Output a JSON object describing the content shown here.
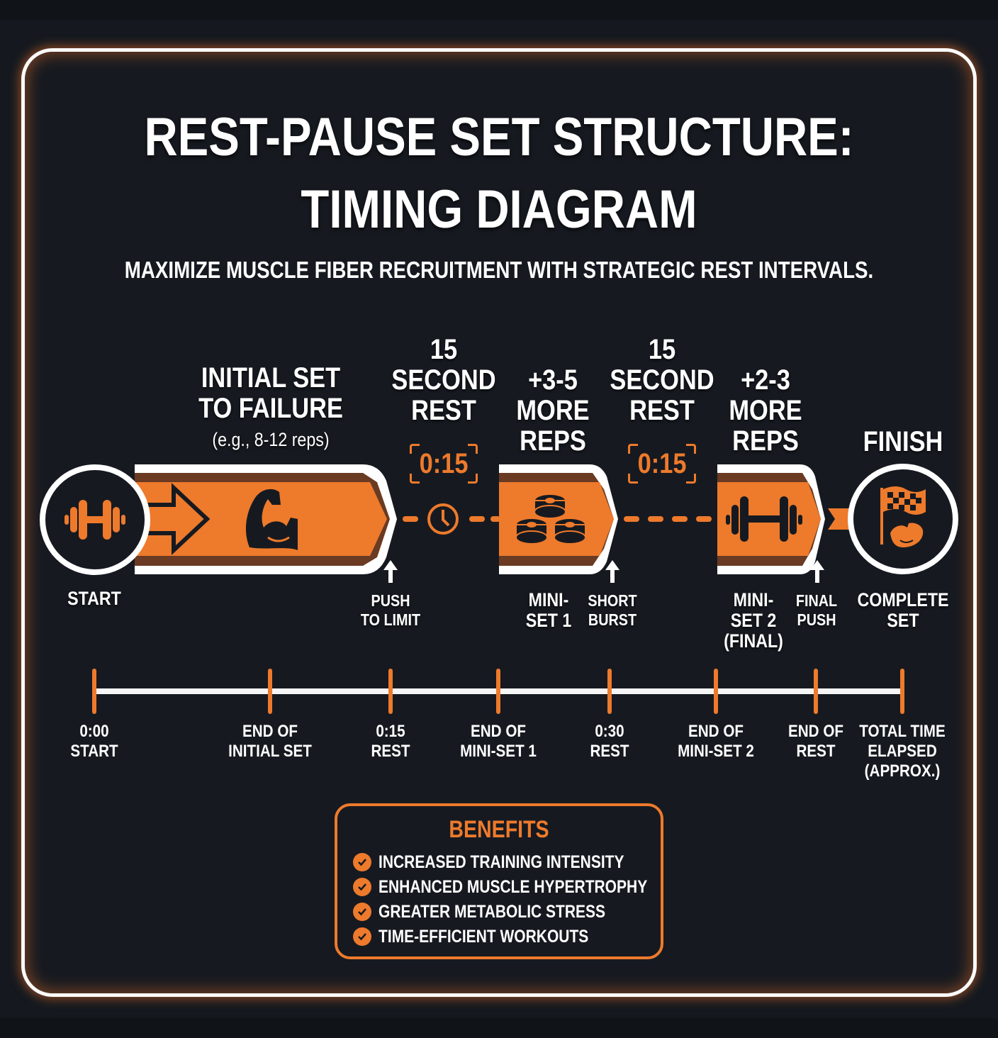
{
  "header": {
    "title_line1": "REST-PAUSE SET STRUCTURE:",
    "title_line2": "TIMING DIAGRAM",
    "subtitle": "MAXIMIZE MUSCLE FIBER RECRUITMENT WITH STRATEGIC REST INTERVALS."
  },
  "colors": {
    "accent": "#ee7a2c",
    "background": "#161a20",
    "text": "#ffffff"
  },
  "phases": {
    "initial": {
      "line1": "INITIAL SET",
      "line2": "TO FAILURE",
      "note": "(e.g., 8-12 reps)",
      "icon": "flexed-bicep-icon",
      "marker_line1": "PUSH",
      "marker_line2": "TO LIMIT"
    },
    "rest1": {
      "line1": "15",
      "line2": "SECOND",
      "line3": "REST",
      "timer": "0:15",
      "icon": "clock-icon"
    },
    "mini1": {
      "line1": "+3-5",
      "line2": "MORE",
      "line3": "REPS",
      "icon": "weight-plates-icon",
      "below_line1": "MINI-",
      "below_line2": "SET 1",
      "marker_line1": "SHORT",
      "marker_line2": "BURST"
    },
    "rest2": {
      "line1": "15",
      "line2": "SECOND",
      "line3": "REST",
      "timer": "0:15"
    },
    "mini2": {
      "line1": "+2-3",
      "line2": "MORE",
      "line3": "REPS",
      "icon": "dumbbell-icon",
      "below_line1": "MINI-",
      "below_line2": "SET 2",
      "below_line3": "(FINAL)",
      "marker_line1": "FINAL",
      "marker_line2": "PUSH"
    },
    "start": {
      "label": "START",
      "icon": "dumbbell-icon"
    },
    "finish": {
      "label": "FINISH",
      "below_line1": "COMPLETE",
      "below_line2": "SET",
      "icon": "checkered-flag-icon"
    }
  },
  "timeline": {
    "ticks": [
      {
        "line1": "0:00",
        "line2": "START",
        "line3": ""
      },
      {
        "line1": "END OF",
        "line2": "INITIAL SET",
        "line3": ""
      },
      {
        "line1": "0:15",
        "line2": "REST",
        "line3": ""
      },
      {
        "line1": "END OF",
        "line2": "MINI-SET 1",
        "line3": ""
      },
      {
        "line1": "0:30",
        "line2": "REST",
        "line3": ""
      },
      {
        "line1": "END OF",
        "line2": "MINI-SET 2",
        "line3": ""
      },
      {
        "line1": "END OF",
        "line2": "REST",
        "line3": ""
      },
      {
        "line1": "TOTAL TIME",
        "line2": "ELAPSED",
        "line3": "(APPROX.)"
      }
    ]
  },
  "benefits": {
    "title": "BENEFITS",
    "items": [
      "INCREASED TRAINING INTENSITY",
      "ENHANCED MUSCLE HYPERTROPHY",
      "GREATER METABOLIC STRESS",
      "TIME-EFFICIENT WORKOUTS"
    ]
  }
}
